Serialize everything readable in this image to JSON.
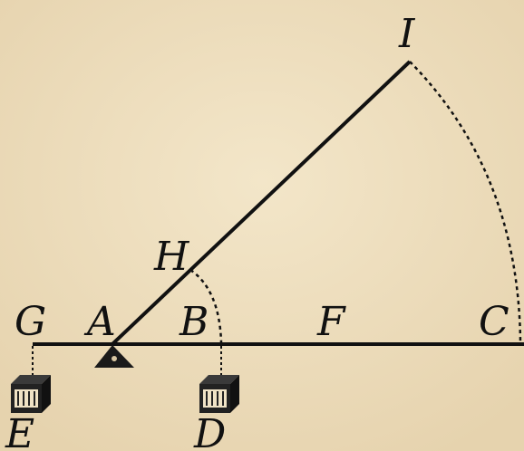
{
  "diagram": {
    "labels": {
      "I": "I",
      "H": "H",
      "G": "G",
      "A": "A",
      "B": "B",
      "F": "F",
      "C": "C",
      "E": "E",
      "D": "D"
    },
    "colors": {
      "background": "#ecdcbc",
      "ink": "#111111"
    },
    "icons": {
      "fulcrum": "fulcrum-triangle-icon",
      "weight": "weight-block-icon"
    }
  }
}
